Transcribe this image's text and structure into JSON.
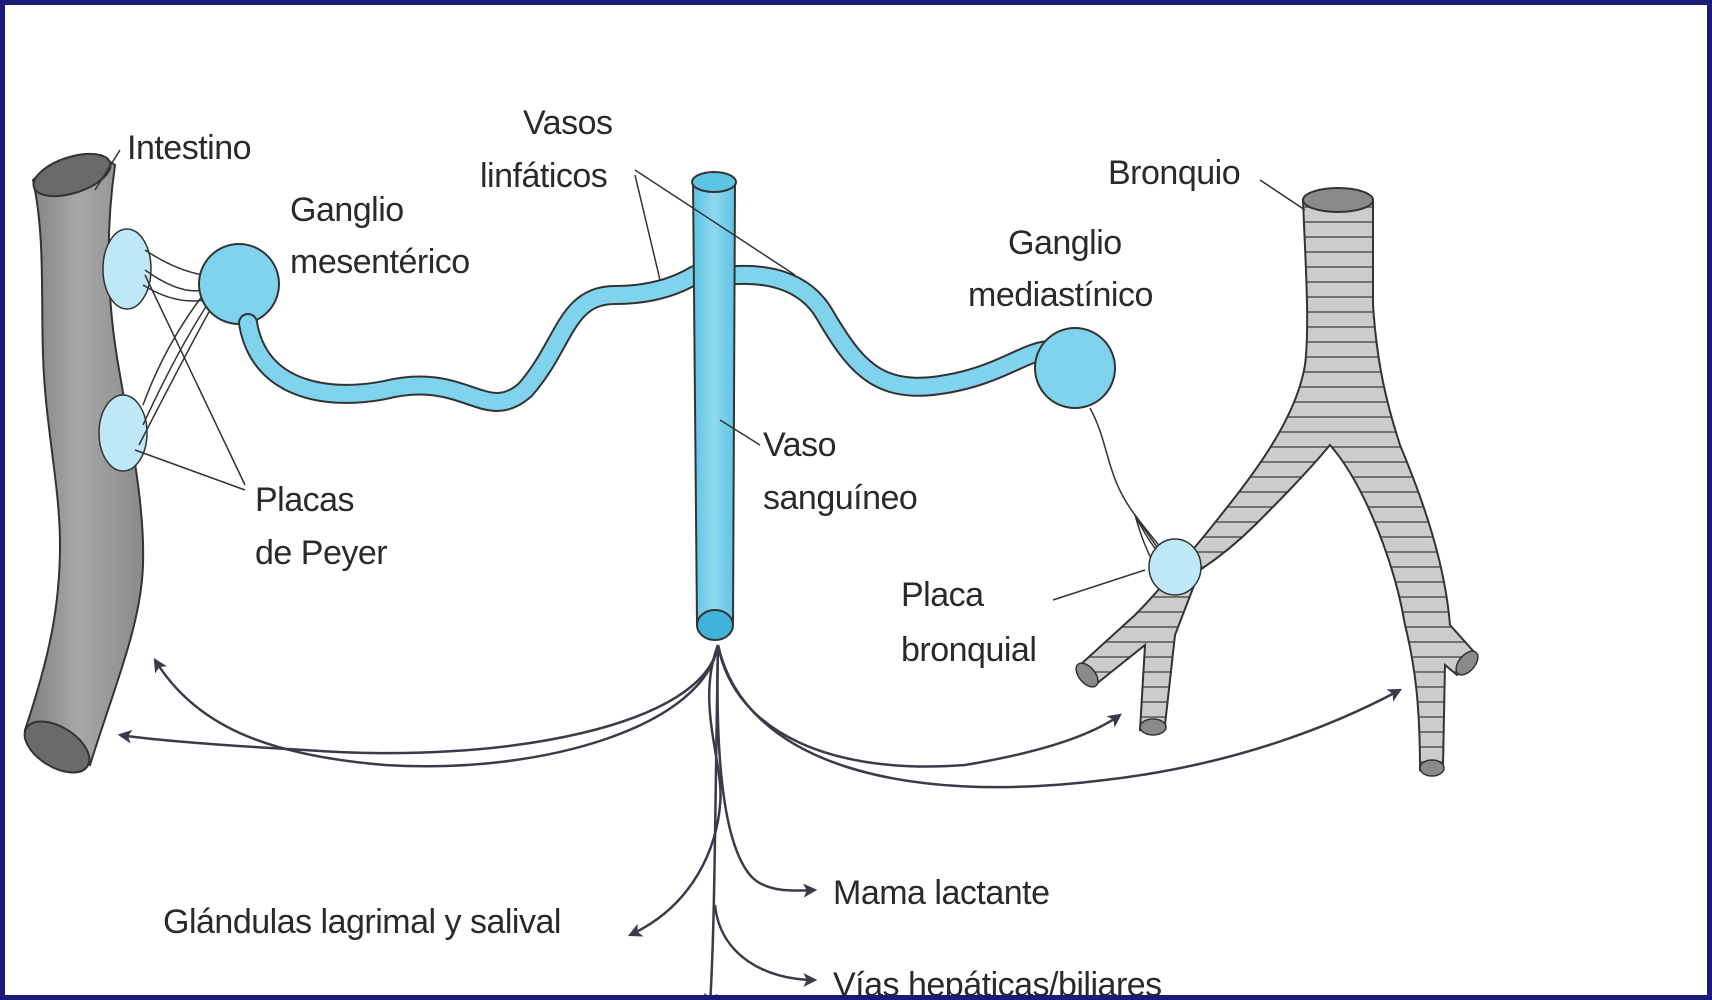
{
  "colors": {
    "border": "#1a1a7a",
    "lymph_fill": "#7fd3ec",
    "lymph_light": "#bfe8f6",
    "organ_gray": "#9a9a9a",
    "bronchus_gray": "#cfcfcf",
    "line": "#3a3a48"
  },
  "labels": {
    "intestino": "Intestino",
    "vasos_1": "Vasos",
    "vasos_2": "linfáticos",
    "ganglio_mes_1": "Ganglio",
    "ganglio_mes_2": "mesentérico",
    "bronquio": "Bronquio",
    "ganglio_med_1": "Ganglio",
    "ganglio_med_2": "mediastínico",
    "vaso_sang_1": "Vaso",
    "vaso_sang_2": "sanguíneo",
    "placas_1": "Placas",
    "placas_2": "de Peyer",
    "placa_bronq_1": "Placa",
    "placa_bronq_2": "bronquial",
    "mama": "Mama lactante",
    "glandulas": "Glándulas lagrimal y salival",
    "vias": "Vías hepáticas/biliares"
  }
}
